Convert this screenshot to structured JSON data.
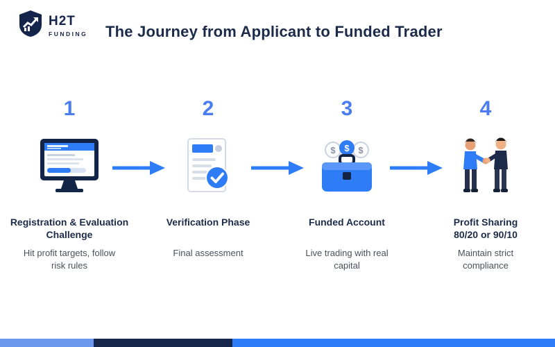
{
  "header": {
    "logo_text": "H2T",
    "logo_subtitle": "FUNDING",
    "title": "The Journey from Applicant to Funded Trader"
  },
  "steps": [
    {
      "number": "1",
      "icon": "monitor-icon",
      "title": "Registration & Evaluation Challenge",
      "description": "Hit profit targets, follow risk rules"
    },
    {
      "number": "2",
      "icon": "document-check-icon",
      "title": "Verification Phase",
      "description": "Final assessment"
    },
    {
      "number": "3",
      "icon": "briefcase-money-icon",
      "title": "Funded Account",
      "description": "Live trading with real capital"
    },
    {
      "number": "4",
      "icon": "handshake-icon",
      "title": "Profit Sharing 80/20 or 90/10",
      "description": "Maintain strict compliance"
    }
  ],
  "colors": {
    "accent_blue": "#2e7df6",
    "navy": "#1c2b4a",
    "number_blue": "#4a7df0"
  }
}
